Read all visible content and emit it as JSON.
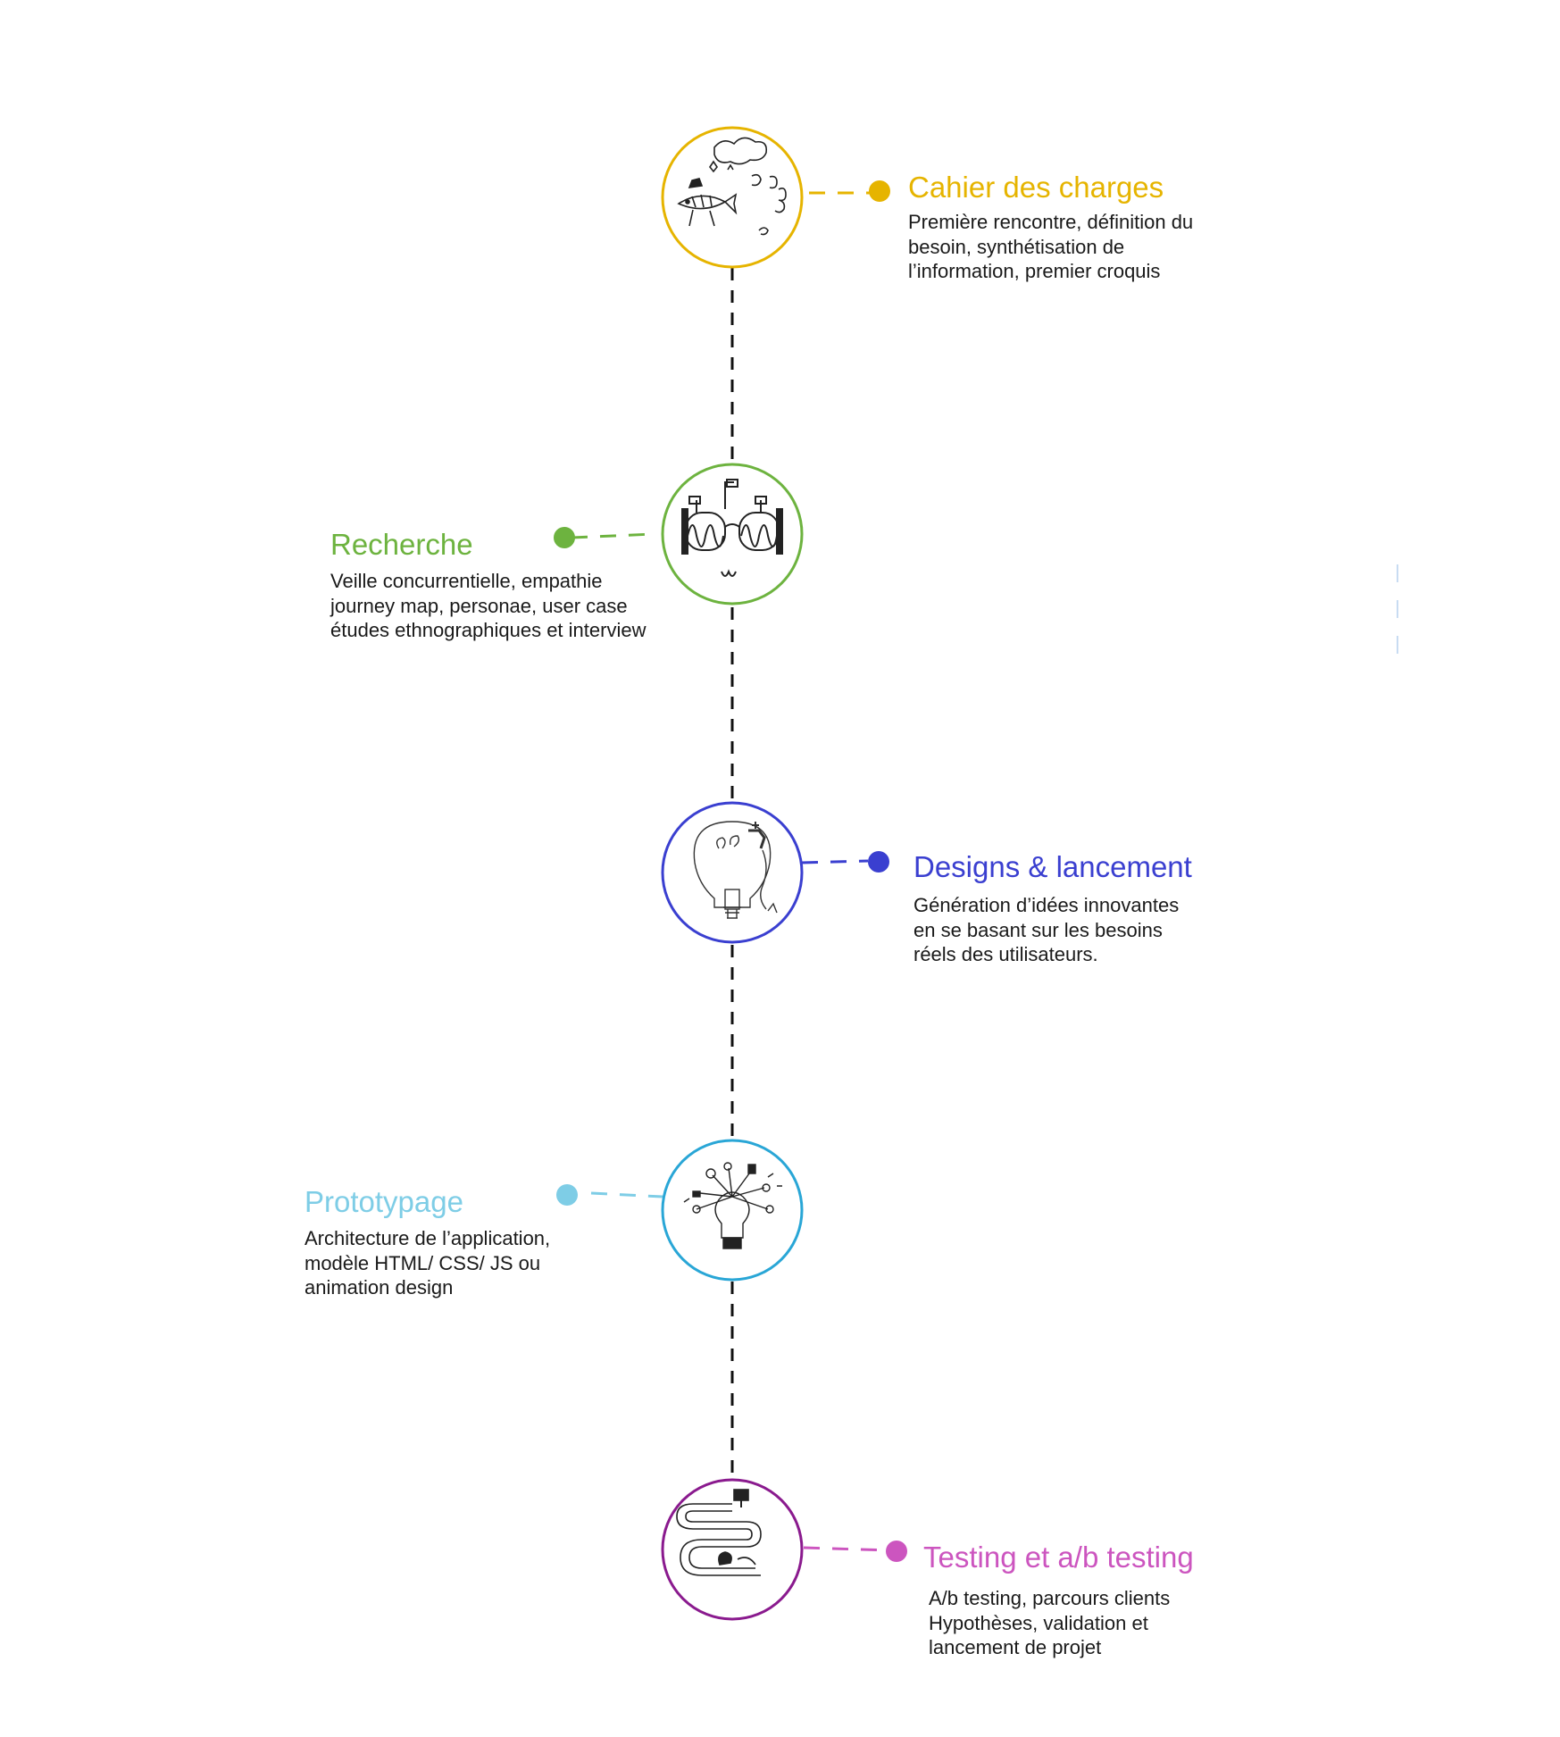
{
  "steps": [
    {
      "id": "cahier",
      "title": "Cahier des charges",
      "color": "#e6b400",
      "illustration": "fish-walking-sketch-icon",
      "description": [
        "Première rencontre, définition du",
        "besoin, synthétisation de",
        "l’information, premier croquis"
      ]
    },
    {
      "id": "recherche",
      "title": "Recherche",
      "color": "#6db33f",
      "illustration": "glasses-sketch-icon",
      "description": [
        "Veille concurrentielle, empathie",
        "journey map, personae, user case",
        "études ethnographiques et interview"
      ]
    },
    {
      "id": "designs",
      "title": "Designs & lancement",
      "color": "#3a3fd0",
      "illustration": "lightbulb-sketch-icon",
      "description": [
        "Génération d’idées innovantes",
        "en se basant sur les besoins",
        "réels des utilisateurs."
      ]
    },
    {
      "id": "prototypage",
      "title": "Prototypage",
      "color": "#7ecde6",
      "circle_color": "#29a6d6",
      "illustration": "idea-network-sketch-icon",
      "description": [
        "Architecture de l’application,",
        "modèle HTML/ CSS/  JS ou",
        "animation design"
      ]
    },
    {
      "id": "testing",
      "title": "Testing et a/b testing",
      "color": "#cc55bf",
      "circle_color": "#8a1a8e",
      "illustration": "winding-road-sketch-icon",
      "description": [
        "A/b testing, parcours clients",
        "Hypothèses, validation et",
        "lancement de projet"
      ]
    }
  ],
  "connector_color": "#111111",
  "stray_marks_color": "#c8dcf2"
}
